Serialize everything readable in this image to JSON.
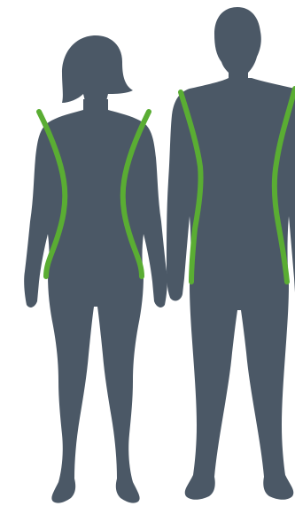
{
  "colors": {
    "background": "#ffffff",
    "silhouette": "#4b5866",
    "outline_accent": "#5aad33"
  },
  "figures": [
    {
      "name": "female-silhouette",
      "icon": "female-body-silhouette-icon",
      "outline": "hourglass-waist-outline"
    },
    {
      "name": "male-silhouette",
      "icon": "male-body-silhouette-icon",
      "outline": "straight-waist-outline"
    }
  ]
}
